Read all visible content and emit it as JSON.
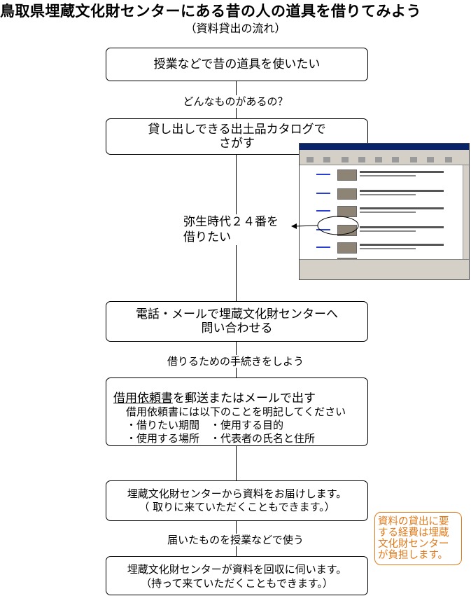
{
  "title": "鳥取県埋蔵文化財センターにある昔の人の道具を借りてみよう",
  "subtitle": "（資料貸出の流れ）",
  "steps": [
    {
      "lines": [
        "授業などで昔の道具を使いたい"
      ]
    },
    {
      "lines": [
        "貸し出しできる出土品カタログで",
        "さがす"
      ]
    },
    {
      "lines": [
        "電話・メールで埋蔵文化財センターへ",
        "問い合わせる"
      ]
    },
    {
      "heading_underlined": "借用依頼書",
      "heading_rest": "を郵送またはメールで出す",
      "lines": [
        "借用依頼書には以下のことを明記してください",
        "・借りたい期間　・使用する目的",
        "・使用する場所　・代表者の氏名と住所"
      ]
    },
    {
      "lines": [
        "埋蔵文化財センターから資料をお届けします。",
        "（ 取りに来ていただくこともできます。）"
      ]
    },
    {
      "lines": [
        "埋蔵文化財センターが資料を回収に伺います。",
        "（持って来ていただくこともできます。）"
      ]
    }
  ],
  "connector_labels": [
    "どんなものがあるの？",
    "借りるための手続きをしよう",
    "届いたものを授業などで使う"
  ],
  "callout": [
    "弥生時代２４番を",
    "借りたい"
  ],
  "note": [
    "資料の貸出に要",
    "する経費は埋蔵",
    "文化財センター",
    "が負担します。"
  ],
  "colors": {
    "note": "#e07a1a",
    "line": "#000000"
  }
}
